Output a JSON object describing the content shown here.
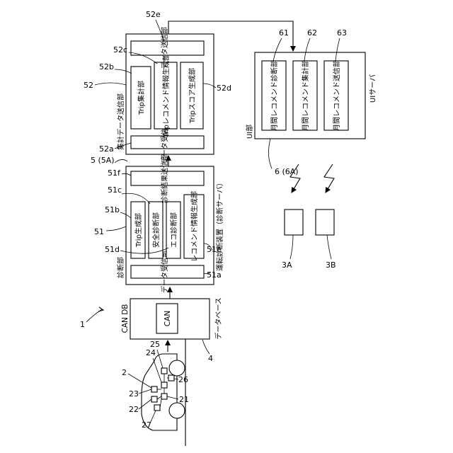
{
  "ref_numbers": {
    "system": "1",
    "vehicle": "2",
    "database": "4",
    "server": "5 (5A)",
    "diagnosis_unit": "51",
    "data_receive_51a": "51a",
    "trip_gen_51b": "51b",
    "safety_51c": "51c",
    "eco_51d": "51d",
    "recommend_gen_51e": "51e",
    "result_send_51f": "51f",
    "aggregate_unit": "52",
    "data_receive_52a": "52a",
    "trip_agg_52b": "52b",
    "trip_recommend_52c": "52c",
    "trip_score_52d": "52d",
    "data_send_52e": "52e",
    "ui_unit": "6 (6A)",
    "monthly_diag_61": "61",
    "monthly_agg_62": "62",
    "monthly_send_63": "63",
    "terminal_a": "3A",
    "terminal_b": "3B",
    "veh_21": "21",
    "veh_22": "22",
    "veh_23": "23",
    "veh_24": "24",
    "veh_25": "25",
    "veh_26": "26",
    "veh_27": "27"
  },
  "labels": {
    "can_db": "CAN DB",
    "can": "CAN",
    "database": "データベース",
    "diagnosis_unit": "診断部",
    "data_receive": "データ受信部",
    "trip_gen": "Trip生成部",
    "safety": "安全診断部",
    "eco": "エコ診断部",
    "recommend_gen": "レコメンド情報生成部",
    "result_send": "診断結果送信部",
    "server": "運転診断装置（診断サーバ）",
    "aggregate_unit": "集計データ送信部",
    "trip_agg": "Trip集計部",
    "trip_recommend": "Tripレコメンド情報生成部",
    "trip_score": "Tripスコア生成部",
    "data_send": "データ送信部",
    "ui_unit": "UI部",
    "ui_server": "UIサーバ",
    "monthly_diag": "月間レコメンド診断部",
    "monthly_agg": "月間レコメンド集計部",
    "monthly_send": "月間レコメンド送信部"
  }
}
